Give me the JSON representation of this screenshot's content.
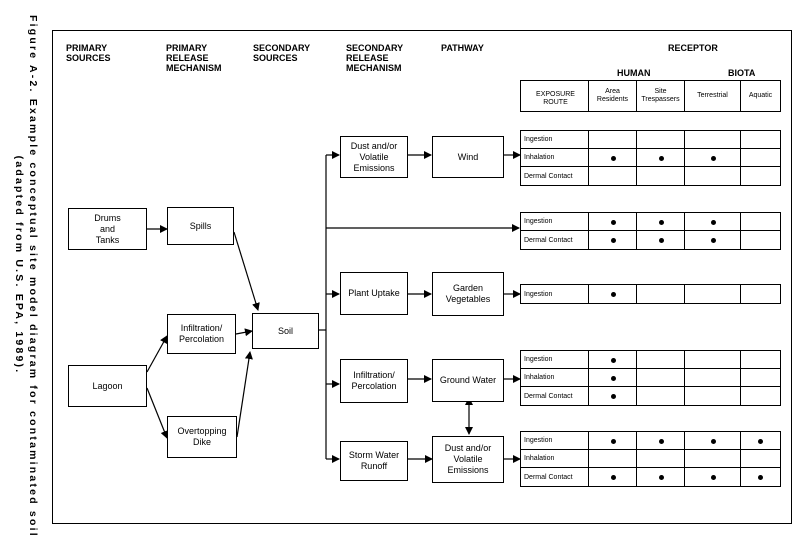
{
  "caption": {
    "line1": "Figure A-2. Example conceptual site model diagram for contaminated soil",
    "line2": "(adapted from U.S. EPA, 1989)."
  },
  "headers": {
    "primary_sources": [
      "PRIMARY",
      "SOURCES"
    ],
    "primary_release": [
      "PRIMARY",
      "RELEASE",
      "MECHANISM"
    ],
    "secondary_sources": [
      "SECONDARY",
      "SOURCES"
    ],
    "secondary_release": [
      "SECONDARY",
      "RELEASE",
      "MECHANISM"
    ],
    "pathway": "PATHWAY",
    "receptor": "RECEPTOR"
  },
  "receptor_groups": {
    "human": "HUMAN",
    "biota": "BIOTA"
  },
  "receptor_columns": {
    "exposure_route": "EXPOSURE ROUTE",
    "area_residents": [
      "Area",
      "Residents"
    ],
    "site_trespassers": [
      "Site",
      "Trespassers"
    ],
    "terrestrial": "Terrestrial",
    "aquatic": "Aquatic"
  },
  "boxes": {
    "drums_tanks": [
      "Drums",
      "and",
      "Tanks"
    ],
    "lagoon": [
      "Lagoon"
    ],
    "spills": [
      "Spills"
    ],
    "infiltration1": [
      "Infiltration/",
      "Percolation"
    ],
    "overtopping": [
      "Overtopping",
      "Dike"
    ],
    "soil": [
      "Soil"
    ],
    "dust1": [
      "Dust and/or",
      "Volatile",
      "Emissions"
    ],
    "plant_uptake": [
      "Plant Uptake"
    ],
    "infiltration2": [
      "Infiltration/",
      "Percolation"
    ],
    "storm_water": [
      "Storm Water",
      "Runoff"
    ],
    "wind": [
      "Wind"
    ],
    "garden": [
      "Garden",
      "Vegetables"
    ],
    "ground_water": [
      "Ground Water"
    ],
    "dust2": [
      "Dust and/or",
      "Volatile",
      "Emissions"
    ]
  },
  "exposure_tables": [
    {
      "rows": [
        {
          "route": "Ingestion",
          "marks": [
            false,
            false,
            false,
            false
          ]
        },
        {
          "route": "Inhalation",
          "marks": [
            true,
            true,
            true,
            false
          ]
        },
        {
          "route": "Dermal Contact",
          "marks": [
            false,
            false,
            false,
            false
          ]
        }
      ]
    },
    {
      "rows": [
        {
          "route": "Ingestion",
          "marks": [
            true,
            true,
            true,
            false
          ]
        },
        {
          "route": "Dermal Contact",
          "marks": [
            true,
            true,
            true,
            false
          ]
        }
      ]
    },
    {
      "rows": [
        {
          "route": "Ingestion",
          "marks": [
            true,
            false,
            false,
            false
          ]
        }
      ]
    },
    {
      "rows": [
        {
          "route": "Ingestion",
          "marks": [
            true,
            false,
            false,
            false
          ]
        },
        {
          "route": "Inhalation",
          "marks": [
            true,
            false,
            false,
            false
          ]
        },
        {
          "route": "Dermal Contact",
          "marks": [
            true,
            false,
            false,
            false
          ]
        }
      ]
    },
    {
      "rows": [
        {
          "route": "Ingestion",
          "marks": [
            true,
            true,
            true,
            true
          ]
        },
        {
          "route": "Inhalation",
          "marks": [
            false,
            false,
            false,
            false
          ]
        },
        {
          "route": "Dermal Contact",
          "marks": [
            true,
            true,
            true,
            true
          ]
        }
      ]
    }
  ]
}
